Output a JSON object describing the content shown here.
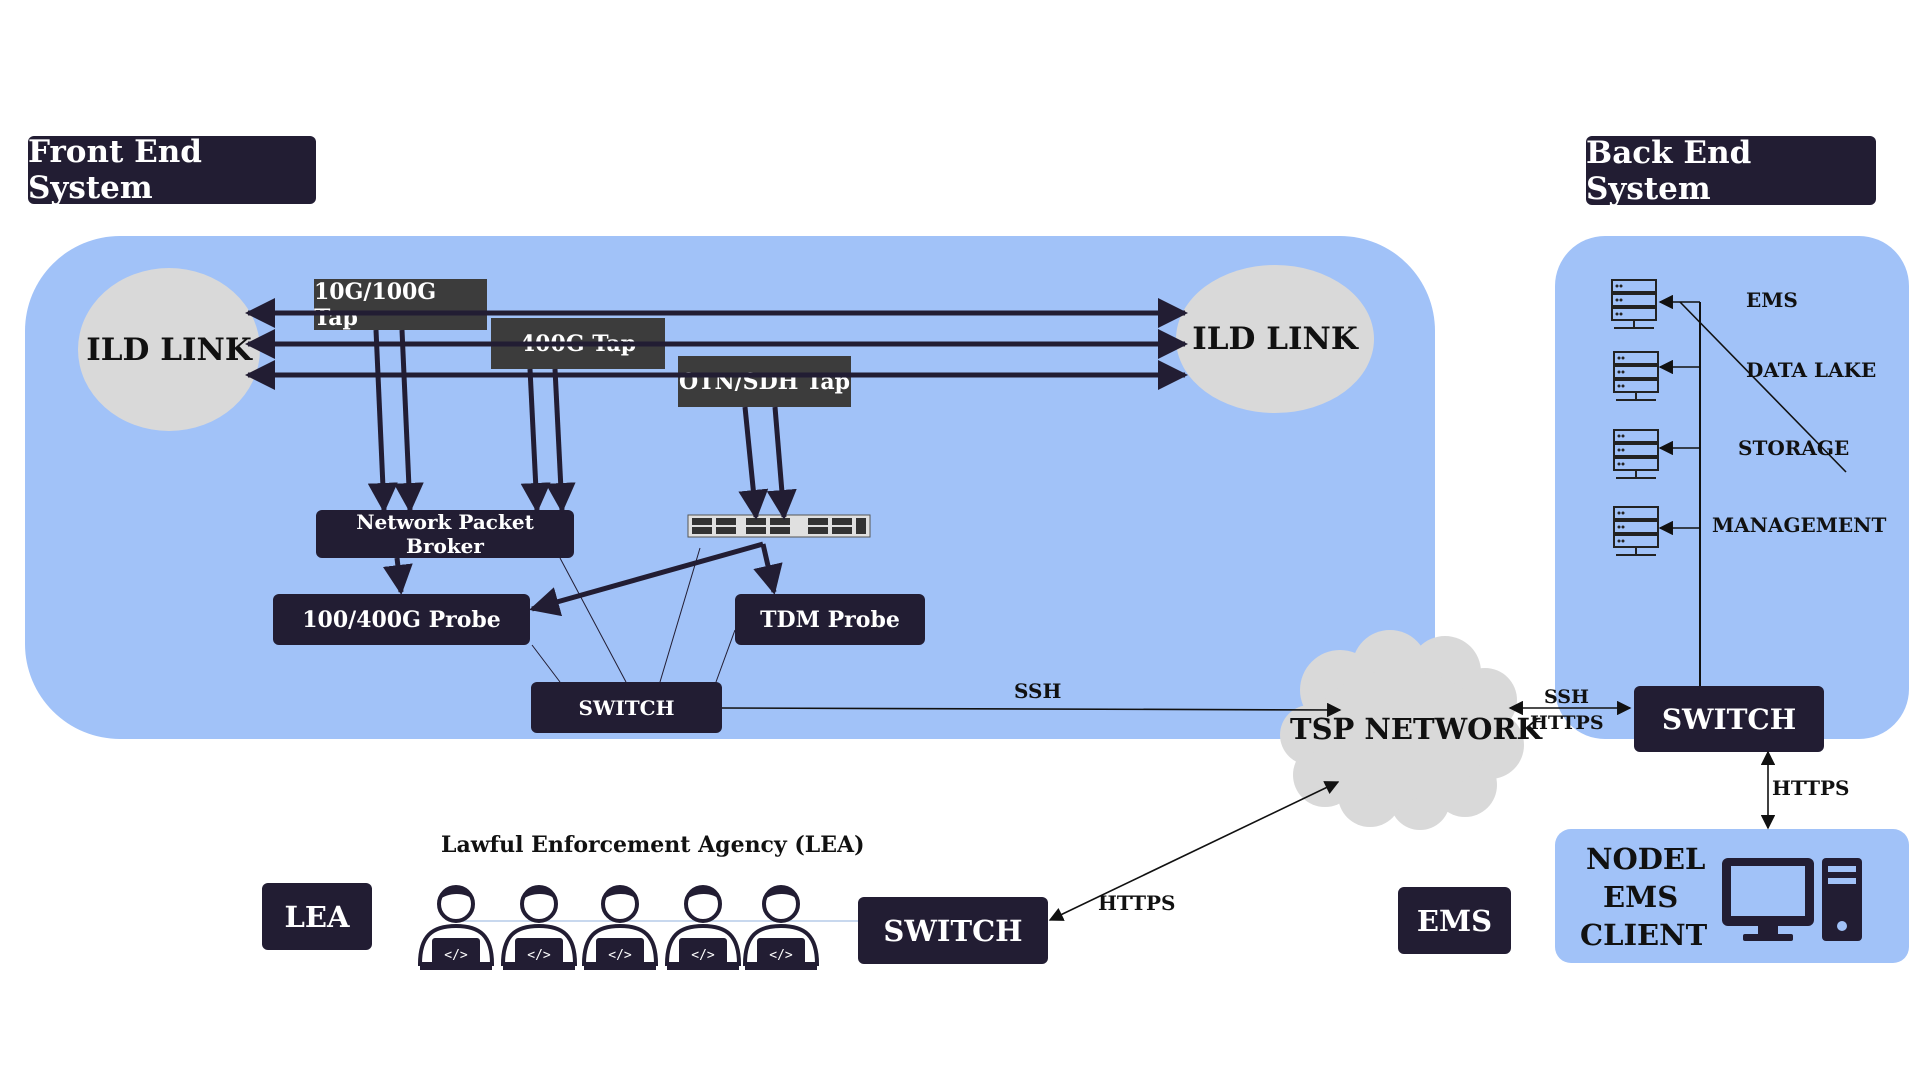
{
  "front_end": {
    "title": "Front End System"
  },
  "back_end": {
    "title": "Back End System"
  },
  "ild_left": "ILD LINK",
  "ild_right": "ILD LINK",
  "taps": {
    "tap_10_100": "10G/100G Tap",
    "tap_400": "400G Tap",
    "tap_otn": "OTN/SDH Tap"
  },
  "npb": "Network Packet Broker",
  "probe_100_400": "100/400G Probe",
  "tdm_probe": "TDM Probe",
  "switch_front": "SWITCH",
  "ssh_label": "SSH",
  "tsp_network": "TSP NETWORK",
  "ssh_https": {
    "ssh": "SSH",
    "https": "HTTPS"
  },
  "switch_back": "SWITCH",
  "https_back": "HTTPS",
  "backend_items": [
    "EMS",
    "DATA LAKE",
    "STORAGE",
    "MANAGEMENT"
  ],
  "nodel": {
    "line1": "NODEL",
    "line2": "EMS",
    "line3": "CLIENT"
  },
  "lea_title": "Lawful Enforcement Agency (LEA)",
  "lea_box": "LEA",
  "switch_lea": "SWITCH",
  "https_lea": "HTTPS",
  "ems_box": "EMS",
  "colors": {
    "panel": "#a1c2f8",
    "navy": "#221d33",
    "tap": "#3c3c3c",
    "cloud": "#d9d9d9"
  },
  "icons": [
    "server-icon",
    "desktop-computer-icon",
    "developer-person-icon",
    "cloud-icon",
    "packet-broker-device-icon"
  ]
}
